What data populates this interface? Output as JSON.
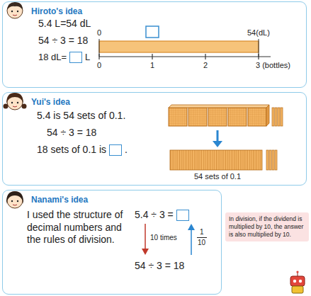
{
  "diagram": {
    "nodes": [
      {
        "text": [
          "Hiroto's idea",
          "5.4 L=54 dL",
          "54 ÷ 3 = 18",
          "18 dL=",
          "L"
        ]
      },
      {
        "text": [
          "Yui's idea",
          "5.4 is 54 sets of 0.1.",
          "54 ÷ 3 = 18",
          "18 sets of 0.1 is",
          "."
        ]
      },
      {
        "text": [
          "Nanami's idea",
          "I used the structure of decimal numbers and the rules of division.",
          "5.4 ÷ 3 =",
          "54 ÷ 3 = 18"
        ]
      },
      {
        "text": [
          "In division, if the dividend is multiplied by 10, the answer is also multiplied by 10."
        ]
      }
    ],
    "labels": [
      "0",
      "54(dL)",
      "0",
      "1",
      "2",
      "3 (bottles)",
      "54 sets of 0.1",
      "10 times",
      "1",
      "10"
    ]
  }
}
